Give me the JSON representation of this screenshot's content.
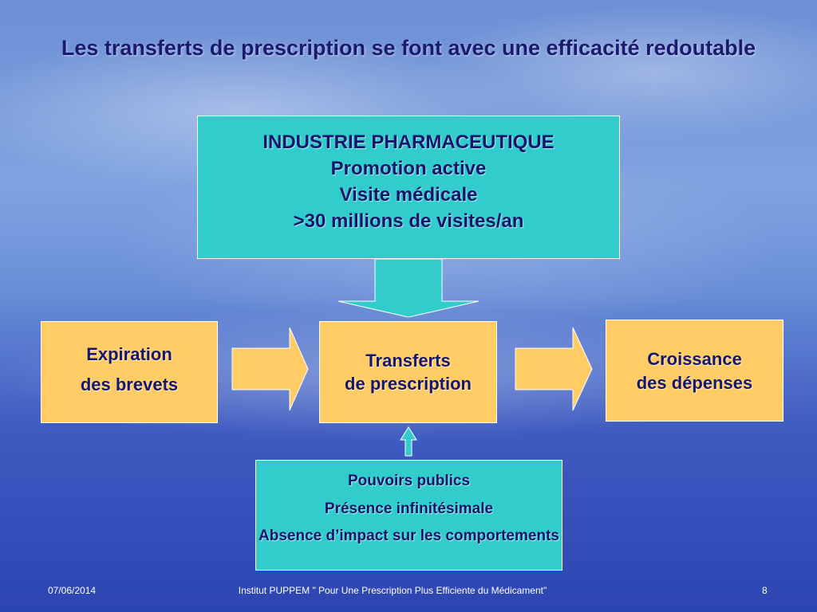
{
  "slide": {
    "title": "Les transferts de prescription se font avec une efficacité redoutable"
  },
  "boxes": {
    "industry": {
      "lines": [
        "INDUSTRIE PHARMACEUTIQUE",
        "Promotion active",
        "Visite médicale",
        ">30 millions de visites/an"
      ]
    },
    "expiration": {
      "lines": [
        "Expiration",
        "des brevets"
      ]
    },
    "transfers": {
      "lines": [
        "Transferts",
        "de prescription"
      ]
    },
    "growth": {
      "lines": [
        "Croissance",
        "des dépenses"
      ]
    },
    "public": {
      "lines": [
        "Pouvoirs publics",
        "Présence infinitésimale",
        "Absence d’impact sur les comportements"
      ]
    }
  },
  "colors": {
    "teal_box": "#33cccc",
    "peach_box": "#ffcc66",
    "text": "#16166a"
  },
  "footer": {
    "date": "07/06/2014",
    "center": "Institut PUPPEM \" Pour Une Prescription Plus Efficiente du Médicament\"",
    "page": "8"
  }
}
